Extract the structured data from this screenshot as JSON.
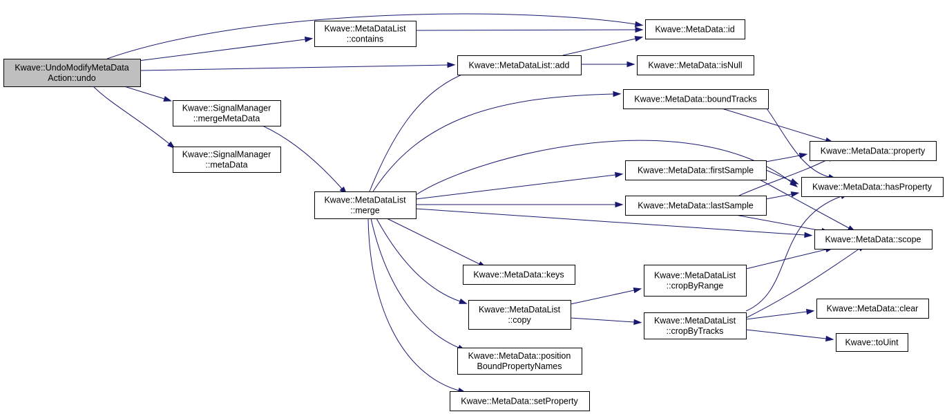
{
  "graph": {
    "nodes": [
      {
        "id": "root",
        "lines": [
          "Kwave::UndoModifyMetaData",
          "Action::undo"
        ],
        "root": true
      },
      {
        "id": "contains",
        "lines": [
          "Kwave::MetaDataList",
          "::contains"
        ]
      },
      {
        "id": "id",
        "lines": [
          "Kwave::MetaData::id"
        ]
      },
      {
        "id": "add",
        "lines": [
          "Kwave::MetaDataList::add"
        ]
      },
      {
        "id": "isNull",
        "lines": [
          "Kwave::MetaData::isNull"
        ]
      },
      {
        "id": "mergeMetaData",
        "lines": [
          "Kwave::SignalManager",
          "::mergeMetaData"
        ]
      },
      {
        "id": "metaData",
        "lines": [
          "Kwave::SignalManager",
          "::metaData"
        ]
      },
      {
        "id": "merge",
        "lines": [
          "Kwave::MetaDataList",
          "::merge"
        ]
      },
      {
        "id": "boundTracks",
        "lines": [
          "Kwave::MetaData::boundTracks"
        ]
      },
      {
        "id": "property",
        "lines": [
          "Kwave::MetaData::property"
        ]
      },
      {
        "id": "firstSample",
        "lines": [
          "Kwave::MetaData::firstSample"
        ]
      },
      {
        "id": "hasProperty",
        "lines": [
          "Kwave::MetaData::hasProperty"
        ]
      },
      {
        "id": "lastSample",
        "lines": [
          "Kwave::MetaData::lastSample"
        ]
      },
      {
        "id": "scope",
        "lines": [
          "Kwave::MetaData::scope"
        ]
      },
      {
        "id": "keys",
        "lines": [
          "Kwave::MetaData::keys"
        ]
      },
      {
        "id": "cropByRange",
        "lines": [
          "Kwave::MetaDataList",
          "::cropByRange"
        ]
      },
      {
        "id": "copy",
        "lines": [
          "Kwave::MetaDataList",
          "::copy"
        ]
      },
      {
        "id": "cropByTracks",
        "lines": [
          "Kwave::MetaDataList",
          "::cropByTracks"
        ]
      },
      {
        "id": "clear",
        "lines": [
          "Kwave::MetaData::clear"
        ]
      },
      {
        "id": "toUint",
        "lines": [
          "Kwave::toUint"
        ]
      },
      {
        "id": "positionBound",
        "lines": [
          "Kwave::MetaData::position",
          "BoundPropertyNames"
        ]
      },
      {
        "id": "setProperty",
        "lines": [
          "Kwave::MetaData::setProperty"
        ]
      }
    ],
    "edges": [
      {
        "from": "root",
        "to": "id"
      },
      {
        "from": "root",
        "to": "contains"
      },
      {
        "from": "root",
        "to": "add"
      },
      {
        "from": "root",
        "to": "mergeMetaData"
      },
      {
        "from": "root",
        "to": "metaData"
      },
      {
        "from": "contains",
        "to": "id"
      },
      {
        "from": "add",
        "to": "id"
      },
      {
        "from": "add",
        "to": "isNull"
      },
      {
        "from": "mergeMetaData",
        "to": "merge"
      },
      {
        "from": "merge",
        "to": "add"
      },
      {
        "from": "merge",
        "to": "boundTracks"
      },
      {
        "from": "merge",
        "to": "hasProperty"
      },
      {
        "from": "merge",
        "to": "firstSample"
      },
      {
        "from": "merge",
        "to": "lastSample"
      },
      {
        "from": "merge",
        "to": "scope"
      },
      {
        "from": "merge",
        "to": "keys"
      },
      {
        "from": "merge",
        "to": "copy"
      },
      {
        "from": "merge",
        "to": "positionBound"
      },
      {
        "from": "merge",
        "to": "setProperty"
      },
      {
        "from": "boundTracks",
        "to": "property"
      },
      {
        "from": "boundTracks",
        "to": "hasProperty"
      },
      {
        "from": "firstSample",
        "to": "property"
      },
      {
        "from": "firstSample",
        "to": "hasProperty"
      },
      {
        "from": "firstSample",
        "to": "scope"
      },
      {
        "from": "lastSample",
        "to": "property"
      },
      {
        "from": "lastSample",
        "to": "hasProperty"
      },
      {
        "from": "lastSample",
        "to": "scope"
      },
      {
        "from": "copy",
        "to": "cropByRange"
      },
      {
        "from": "copy",
        "to": "cropByTracks"
      },
      {
        "from": "cropByRange",
        "to": "scope"
      },
      {
        "from": "cropByTracks",
        "to": "hasProperty"
      },
      {
        "from": "cropByTracks",
        "to": "scope"
      },
      {
        "from": "cropByTracks",
        "to": "clear"
      },
      {
        "from": "cropByTracks",
        "to": "toUint"
      }
    ]
  }
}
